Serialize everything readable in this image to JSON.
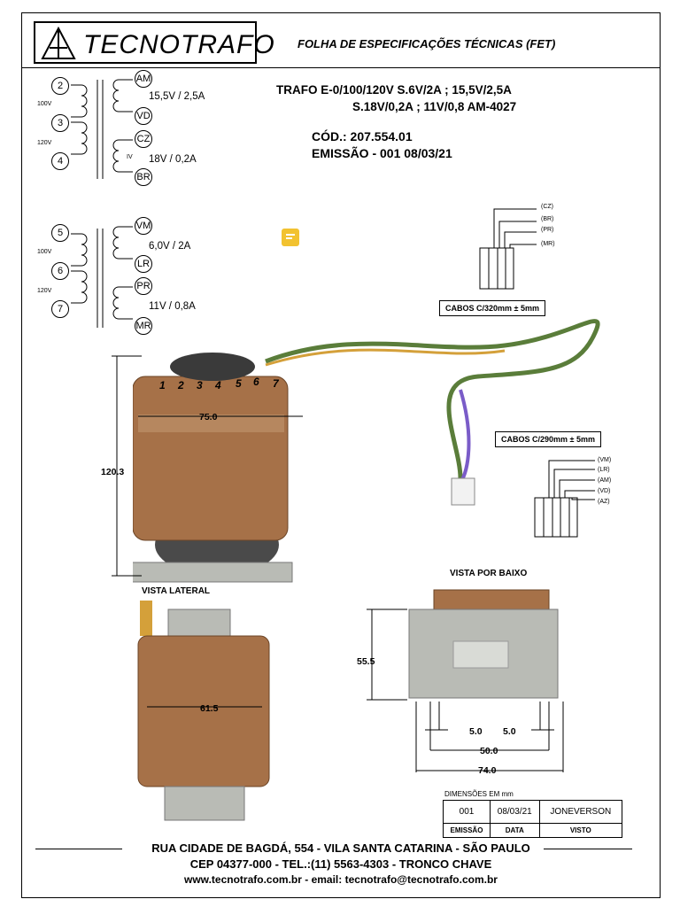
{
  "header": {
    "brand": "TECNOTRAFO",
    "sheet_title": "FOLHA DE ESPECIFICAÇÕES TÉCNICAS (FET)"
  },
  "spec": {
    "line1": "TRAFO E-0/100/120V  S.6V/2A ; 15,5V/2,5A",
    "line2": "S.18V/0,2A ; 11V/0,8   AM-4027",
    "code": "CÓD.: 207.554.01",
    "emission": "EMISSÃO  - 001   08/03/21"
  },
  "schematic1": {
    "primary_terminals": [
      "2",
      "3",
      "4"
    ],
    "primary_voltages": [
      "100V",
      "120V"
    ],
    "secondary_terminals": [
      "AM",
      "VD",
      "CZ",
      "BR"
    ],
    "ratings": [
      "15,5V / 2,5A",
      "18V / 0,2A"
    ],
    "mark": "IV"
  },
  "schematic2": {
    "primary_terminals": [
      "5",
      "6",
      "7"
    ],
    "primary_voltages": [
      "100V",
      "120V"
    ],
    "secondary_terminals": [
      "VM",
      "LR",
      "PR",
      "MR"
    ],
    "ratings": [
      "6,0V / 2A",
      "11V / 0,8A"
    ]
  },
  "connector_top": {
    "wires": [
      "(CZ)",
      "(BR)",
      "(PR)",
      "(MR)"
    ],
    "cable_label": "CABOS C/320mm ± 5mm"
  },
  "connector_bottom": {
    "wires": [
      "(VM)",
      "(LR)",
      "(AM)",
      "(VD)",
      "(AZ)"
    ],
    "cable_label": "CABOS C/290mm ± 5mm"
  },
  "photo_main": {
    "pin_numbers": [
      "1",
      "2",
      "3",
      "4",
      "5",
      "6",
      "7"
    ],
    "width_dim": "75.0",
    "height_dim": "120.3"
  },
  "photo_side": {
    "label": "VISTA LATERAL",
    "width_dim": "61.5"
  },
  "photo_bottom": {
    "label": "VISTA POR BAIXO",
    "height_dim": "55.5",
    "dims": [
      "5.0",
      "5.0",
      "50.0",
      "74.0"
    ]
  },
  "revision": {
    "units": "DIMENSÕES  EM  mm",
    "values": [
      "001",
      "08/03/21",
      "JONEVERSON"
    ],
    "headers": [
      "EMISSÃO",
      "DATA",
      "VISTO"
    ]
  },
  "footer": {
    "address": "RUA CIDADE DE BAGDÁ, 554 - VILA SANTA CATARINA - SÃO PAULO",
    "phone": "CEP 04377-000 - TEL.:(11) 5563-4303 - TRONCO CHAVE",
    "web": "www.tecnotrafo.com.br - email: tecnotrafo@tecnotrafo.com.br"
  },
  "colors": {
    "copper": "#a67148",
    "steel": "#b9bbb5",
    "comment_icon": "#f2c230"
  }
}
